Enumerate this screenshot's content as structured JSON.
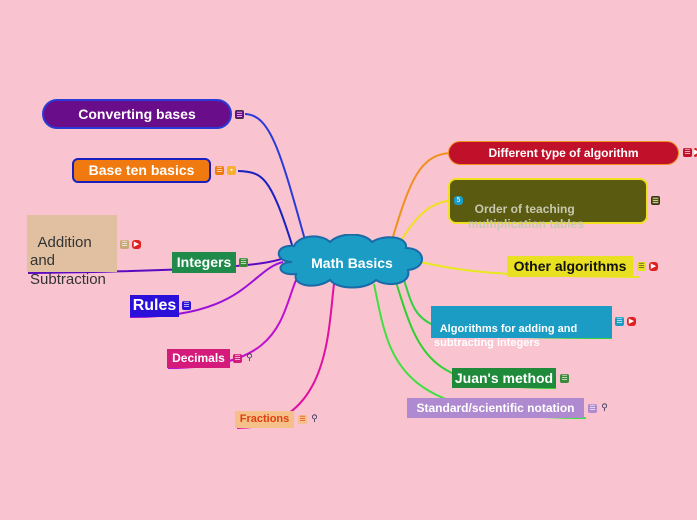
{
  "central": "Math Basics",
  "nodes": {
    "converting_bases": "Converting bases",
    "base_ten_basics": "Base ten basics",
    "addition_subtraction": "Addition\nand\nSubtraction",
    "integers": "Integers",
    "rules": "Rules",
    "decimals": "Decimals",
    "fractions": "Fractions",
    "different_algorithm": "Different type of algorithm",
    "order_teaching": "Order of teaching\nmultiplication tables",
    "other_algorithms": "Other algorithms",
    "algorithms_adding": "Algorithms for adding and\nsubtracting integers",
    "juans_method": "Juan's method",
    "standard_notation": "Standard/scientific notation"
  },
  "badges": {
    "order_teaching": "5"
  },
  "colors": {
    "background": "#f9c4d0",
    "central": "#1a9cc4",
    "converting_bases": "#6a0d8a",
    "base_ten_basics": "#f07a10",
    "integers": "#1f8a4a",
    "rules": "#2a10d8",
    "decimals": "#d41a7a",
    "fractions": "#f5c08a",
    "different_algorithm": "#c0102a",
    "order_teaching": "#5a5a10",
    "other_algorithms": "#e8e020",
    "algorithms_adding": "#1a9cc4",
    "juans_method": "#1f8a3a",
    "standard_notation": "#b08ad0"
  }
}
